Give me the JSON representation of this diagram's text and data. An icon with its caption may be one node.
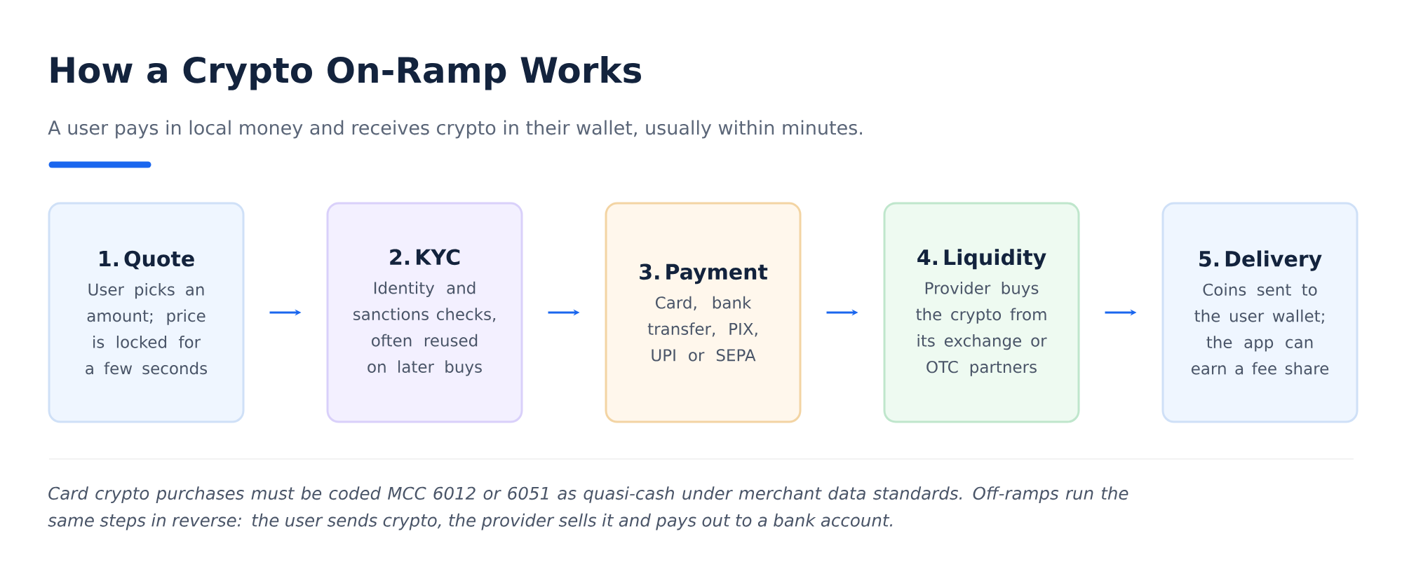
{
  "diagram": {
    "title": "How a Crypto On-Ramp Works",
    "caption": "Card crypto purchases must be coded MCC 6012 or 6051 as quasi-cash under merchant data standards. Off-ramps run the same steps in reverse: the user sends crypto, the provider sells it and pays out to a bank account.",
    "nodes": [
      {
        "text": [
          "1. Quote",
          "User picks an amount; price is locked for a few seconds"
        ]
      },
      {
        "text": [
          "2. KYC",
          "Identity and sanctions checks, often reused on later buys"
        ]
      },
      {
        "text": [
          "3. Payment",
          "Card, bank transfer, PIX, UPI or SEPA"
        ]
      },
      {
        "text": [
          "4. Liquidity",
          "Provider buys the crypto from its exchange or OTC partners"
        ]
      },
      {
        "text": [
          "5. Delivery",
          "Coins sent to the user wallet; the app can earn a fee share"
        ]
      }
    ],
    "edges": [
      {
        "from": 0,
        "to": 1,
        "arrow": "to"
      },
      {
        "from": 1,
        "to": 2,
        "arrow": "to"
      },
      {
        "from": 2,
        "to": 3,
        "arrow": "to"
      },
      {
        "from": 3,
        "to": 4,
        "arrow": "to"
      }
    ],
    "labels": [
      "A user pays in local money and receives crypto in their wallet, usually within minutes."
    ]
  }
}
